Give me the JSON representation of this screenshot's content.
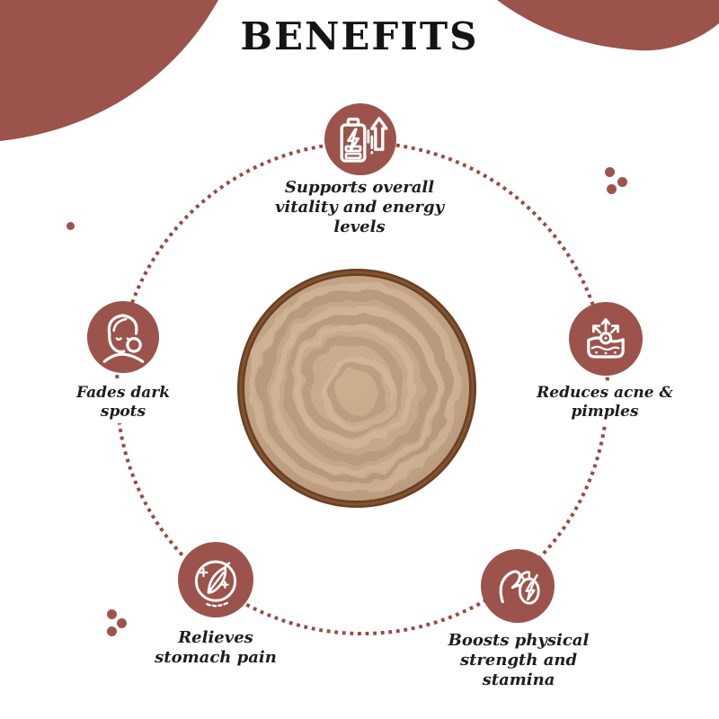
{
  "title": "BENEFITS",
  "theme": {
    "accent_color": "#9c534b",
    "dotted_ring_color": "#9a4a42",
    "text_color": "#201c1c",
    "background_color": "#ffffff",
    "powder_color": "#c6a585",
    "bowl_wood_color": "#6a4024"
  },
  "center_image": {
    "alt": "Wooden bowl filled with light-brown herbal powder swirled in a spiral"
  },
  "benefits": [
    {
      "position": "top",
      "icon": "battery-energy-icon",
      "label": "Supports overall vitality and energy levels",
      "lines": [
        "Supports overall",
        "vitality and energy",
        "levels"
      ]
    },
    {
      "position": "left",
      "icon": "facial-skincare-icon",
      "label": "Fades dark spots",
      "lines": [
        "Fades dark",
        "spots"
      ]
    },
    {
      "position": "right",
      "icon": "acne-skin-icon",
      "label": "Reduces acne & pimples",
      "lines": [
        "Reduces acne &",
        "pimples"
      ]
    },
    {
      "position": "bottom-left",
      "icon": "herbal-leaf-icon",
      "label": "Relieves stomach pain",
      "lines": [
        "Relieves",
        "stomach pain"
      ]
    },
    {
      "position": "bottom-right",
      "icon": "muscle-strength-icon",
      "label": "Boosts physical strength and stamina",
      "lines": [
        "Boosts physical",
        "strength and",
        "stamina"
      ]
    }
  ]
}
